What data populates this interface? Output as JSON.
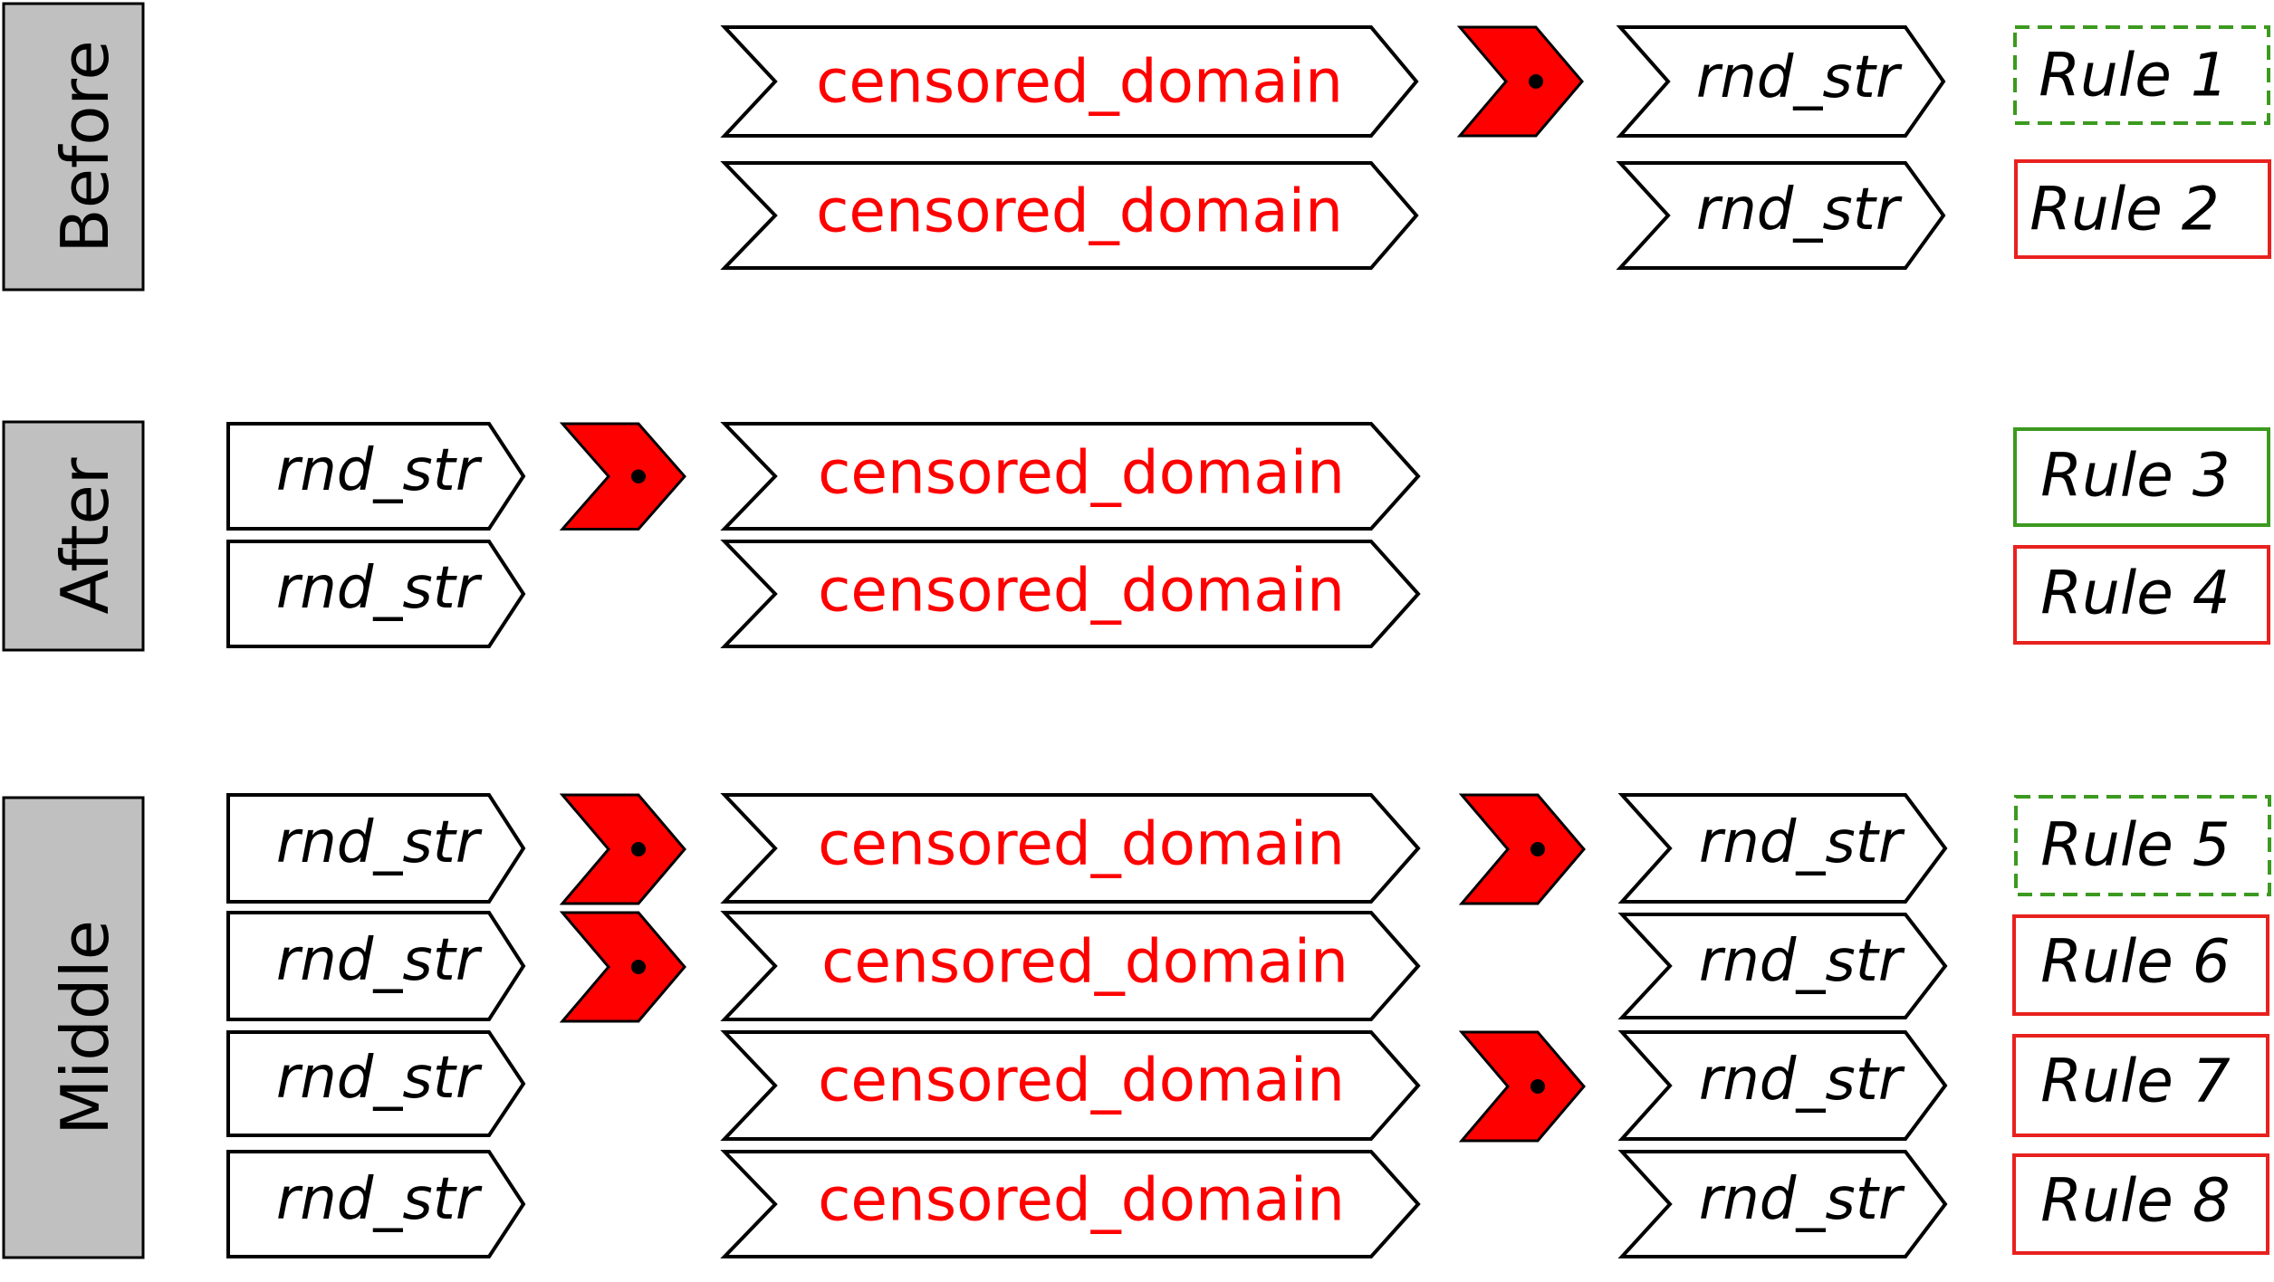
{
  "colors": {
    "censored": "#ff0000",
    "marker": "#ff0000",
    "label_bg": "#c0c0c0",
    "rule_green": "#3b9a1f",
    "rule_red": "#e8211f"
  },
  "sections": {
    "before": "Before",
    "after": "After",
    "middle": "Middle"
  },
  "text": {
    "censored_domain": "censored_domain",
    "rnd_str": "rnd_str"
  },
  "marker_icon": "red-chevron-with-dot",
  "rules": [
    {
      "label": "Rule 1",
      "border": "green-dashed"
    },
    {
      "label": "Rule 2",
      "border": "red-solid"
    },
    {
      "label": "Rule 3",
      "border": "green-solid"
    },
    {
      "label": "Rule 4",
      "border": "red-solid"
    },
    {
      "label": "Rule 5",
      "border": "green-dashed"
    },
    {
      "label": "Rule 6",
      "border": "red-solid"
    },
    {
      "label": "Rule 7",
      "border": "red-solid"
    },
    {
      "label": "Rule 8",
      "border": "red-solid"
    }
  ]
}
